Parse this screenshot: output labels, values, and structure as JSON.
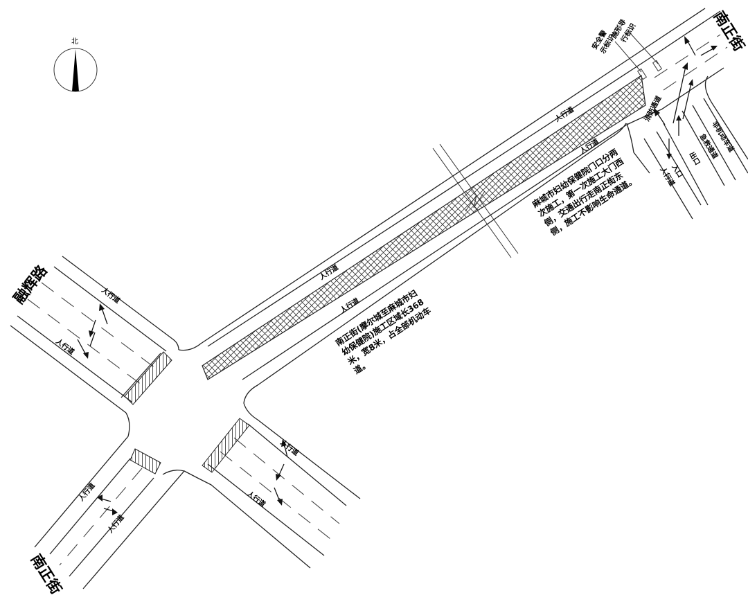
{
  "compass": {
    "north": "北"
  },
  "streets": {
    "south_zheng_ne": "南正街",
    "south_zheng_sw": "南正街",
    "rong_hui": "融辉路"
  },
  "labels": {
    "sidewalk": "人行道",
    "fire_lane": "消防通道",
    "entrance": "入口",
    "exit": "出口",
    "fire_lane_2": "急救通道",
    "non_motor": "非机动车道",
    "safety_sign_1": "安全警",
    "safety_sign_2": "示标识",
    "guide_sign_1": "施形导",
    "guide_sign_2": "行标识"
  },
  "notes": {
    "work_zone": [
      "南正街(摩尔城至麻城市妇",
      "幼保健院)施工区域长368",
      "米，宽8米，占全部机动车",
      "道。"
    ],
    "phases": [
      "麻城市妇幼保健院门口分两",
      "次施工，第一次施工大门西",
      "侧，交通出行走南正街东",
      "侧，施工不影响生命通道。"
    ]
  }
}
